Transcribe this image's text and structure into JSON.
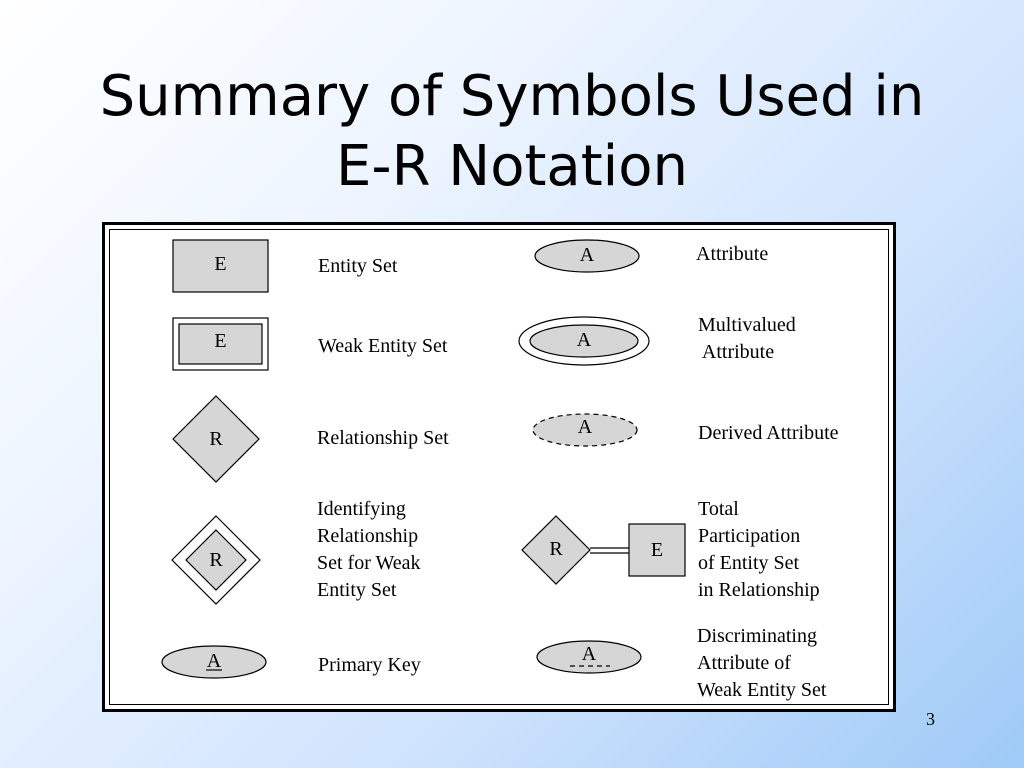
{
  "slide": {
    "title_line1": "Summary of Symbols Used in",
    "title_line2": "E-R Notation",
    "page_number": "3"
  },
  "symbols": {
    "entity": "E",
    "attribute": "A",
    "relationship": "R"
  },
  "left_column": [
    {
      "key": "entity_set",
      "label": "Entity Set"
    },
    {
      "key": "weak_entity_set",
      "label": "Weak Entity Set"
    },
    {
      "key": "relationship_set",
      "label": "Relationship Set"
    },
    {
      "key": "identifying_relationship",
      "label": "Identifying\nRelationship\nSet for Weak\nEntity Set"
    },
    {
      "key": "primary_key",
      "label": "Primary Key"
    }
  ],
  "right_column": [
    {
      "key": "attribute",
      "label": "Attribute"
    },
    {
      "key": "multivalued_attribute",
      "label": "Multivalued\n Attribute"
    },
    {
      "key": "derived_attribute",
      "label": "Derived Attribute"
    },
    {
      "key": "total_participation",
      "label": "Total\nParticipation\nof Entity Set\nin Relationship"
    },
    {
      "key": "discriminating_attribute",
      "label": "Discriminating\nAttribute of\nWeak Entity Set"
    }
  ],
  "colors": {
    "symbol_fill": "#d6d6d6",
    "stroke": "#000000"
  }
}
